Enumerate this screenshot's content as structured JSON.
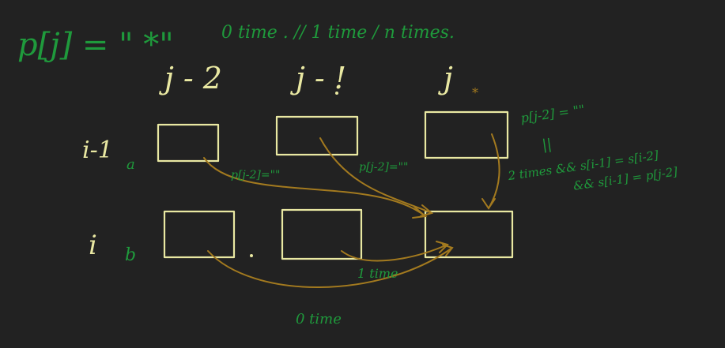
{
  "colors": {
    "background": "#222222",
    "ink_green": "#1f9a3c",
    "ink_yellow": "#e9e8a2",
    "ink_brown": "#a37a1f"
  },
  "header": {
    "formula": "p[j] = \" *\"",
    "cases": "0 time . // 1 time / n times."
  },
  "columns": {
    "j_minus_2": "j - 2",
    "j_minus_1": "j - !",
    "j": "j"
  },
  "rows": {
    "i_minus_1": "i-1",
    "i": "i"
  },
  "row_chars": {
    "a": "a",
    "b": "b"
  },
  "arrow_labels": {
    "pj2_a": "p[j-2]=\"\"",
    "pj2_b": "p[j-2]=\"\"",
    "one_time": "1 time",
    "zero_time": "0 time"
  },
  "right_note": {
    "line1": "p[j-2] = \"\"",
    "line2": "||",
    "line3": "2 times && s[i-1] = s[i-2]",
    "line4": "&& s[i-1] = p[j-2]"
  }
}
